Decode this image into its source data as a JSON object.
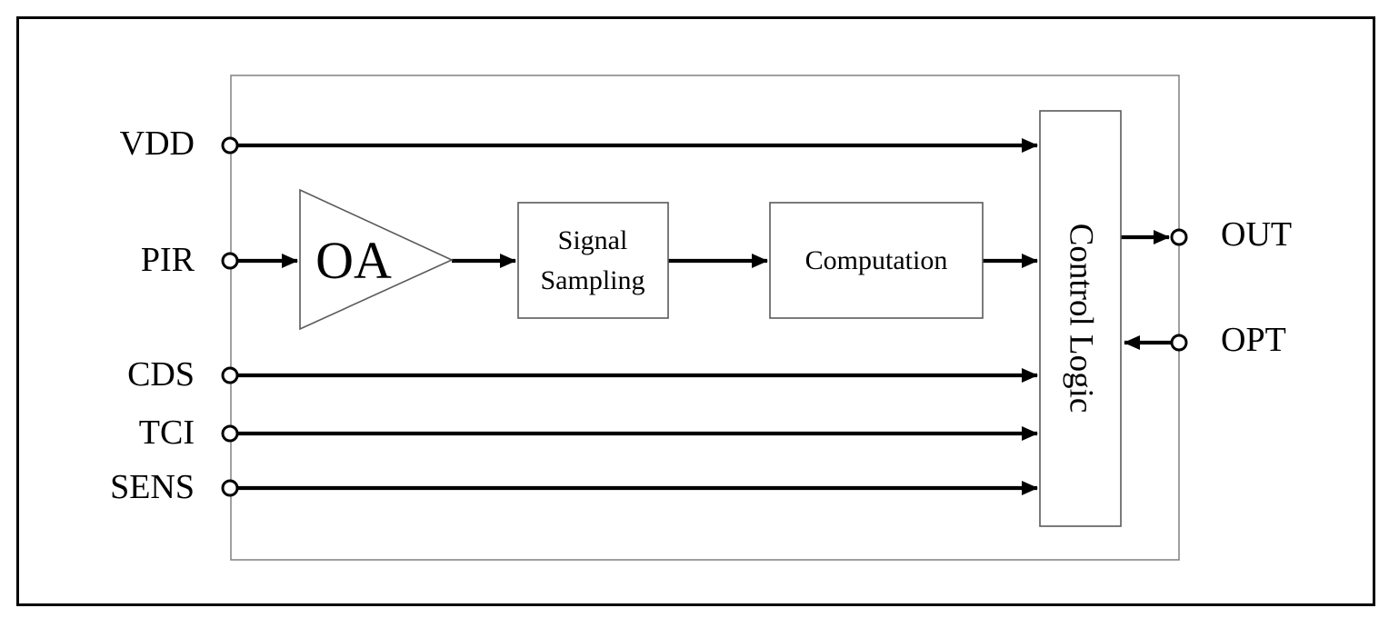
{
  "diagram": {
    "kind": "chip-block-diagram",
    "colors": {
      "line": "#000000",
      "thin_stroke": "#5a5a5a",
      "boundary_stroke": "#808080",
      "frame": "#000000",
      "text": "#000000",
      "bg": "#ffffff"
    },
    "pins": {
      "left": [
        {
          "label": "VDD",
          "direction": "input"
        },
        {
          "label": "PIR",
          "direction": "input"
        },
        {
          "label": "CDS",
          "direction": "input"
        },
        {
          "label": "TCI",
          "direction": "input"
        },
        {
          "label": "SENS",
          "direction": "input"
        }
      ],
      "right": [
        {
          "label": "OUT",
          "direction": "output"
        },
        {
          "label": "OPT",
          "direction": "input"
        }
      ]
    },
    "blocks": {
      "oa": {
        "label": "OA",
        "shape": "triangle-amplifier"
      },
      "signal_sampling": {
        "label_lines": [
          "Signal",
          "Sampling"
        ],
        "shape": "rect"
      },
      "computation": {
        "label": "Computation",
        "shape": "rect"
      },
      "control_logic": {
        "label": "Control Logic",
        "shape": "rect",
        "orientation": "vertical"
      }
    },
    "connections": [
      {
        "from": "VDD",
        "to": "Control Logic"
      },
      {
        "from": "PIR",
        "to": "OA"
      },
      {
        "from": "OA",
        "to": "Signal Sampling"
      },
      {
        "from": "Signal Sampling",
        "to": "Computation"
      },
      {
        "from": "Computation",
        "to": "Control Logic"
      },
      {
        "from": "CDS",
        "to": "Control Logic"
      },
      {
        "from": "TCI",
        "to": "Control Logic"
      },
      {
        "from": "SENS",
        "to": "Control Logic"
      },
      {
        "from": "Control Logic",
        "to": "OUT"
      },
      {
        "from": "OPT",
        "to": "Control Logic"
      }
    ]
  }
}
